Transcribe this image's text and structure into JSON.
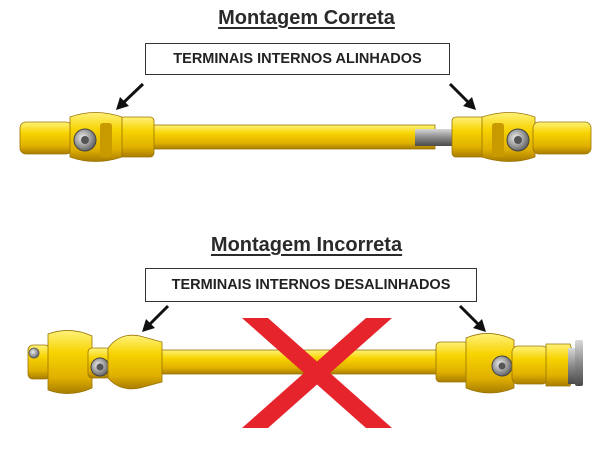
{
  "correct": {
    "title": "Montagem Correta",
    "label": "TERMINAIS INTERNOS ALINHADOS"
  },
  "incorrect": {
    "title": "Montagem Incorreta",
    "label": "TERMINAIS INTERNOS DESALINHADOS"
  },
  "colors": {
    "shaft_yellow": "#f2c200",
    "shaft_highlight": "#fff27a",
    "shaft_shadow": "#b88a00",
    "steel_gray": "#8a8a8a",
    "cross_red": "#e5242c"
  },
  "icons": [
    "arrow-icon",
    "cross-x-icon"
  ]
}
